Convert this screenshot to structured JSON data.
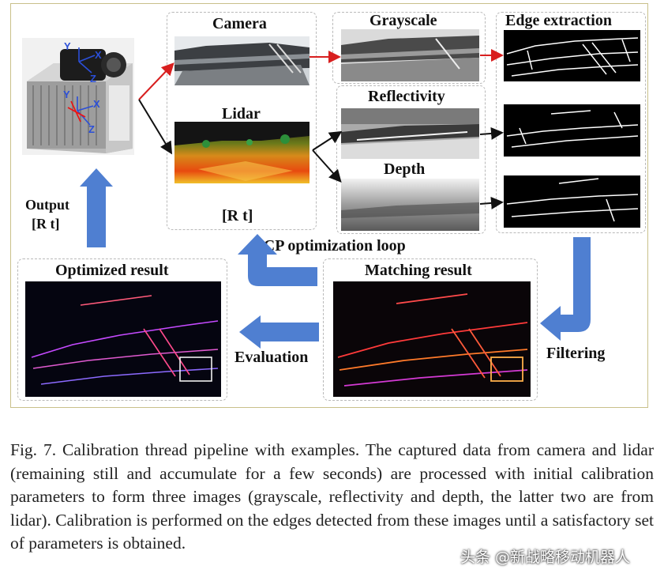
{
  "panels": {
    "camera": "Camera",
    "lidar": "Lidar",
    "rt": "[R t]",
    "grayscale": "Grayscale",
    "reflectivity": "Reflectivity",
    "depth": "Depth",
    "edge_extraction": "Edge extraction",
    "optimized_result": "Optimized result",
    "matching_result": "Matching result"
  },
  "flow_labels": {
    "output_line1": "Output",
    "output_line2": "[R t]",
    "icp_loop": "ICP optimization loop",
    "evaluation": "Evaluation",
    "filtering": "Filtering"
  },
  "sensor_axes": [
    "Y",
    "X",
    "Z",
    "Y",
    "X",
    "Z"
  ],
  "colors": {
    "blue_arrow": "#4f7fd1",
    "red_arrow": "#d81f1f",
    "panel_border": "#b9b9b9",
    "frame_border": "#c9c08a"
  },
  "caption": "Fig. 7.   Calibration thread pipeline with examples. The captured data from camera and lidar (remaining still and accumulate for a few seconds) are processed with initial calibration parameters to form three images (grayscale, reflectivity and depth, the latter two are from lidar). Calibration is performed on the edges detected from these images until a satisfactory set of parameters is obtained.",
  "watermark": "头条 @新战略移动机器人"
}
